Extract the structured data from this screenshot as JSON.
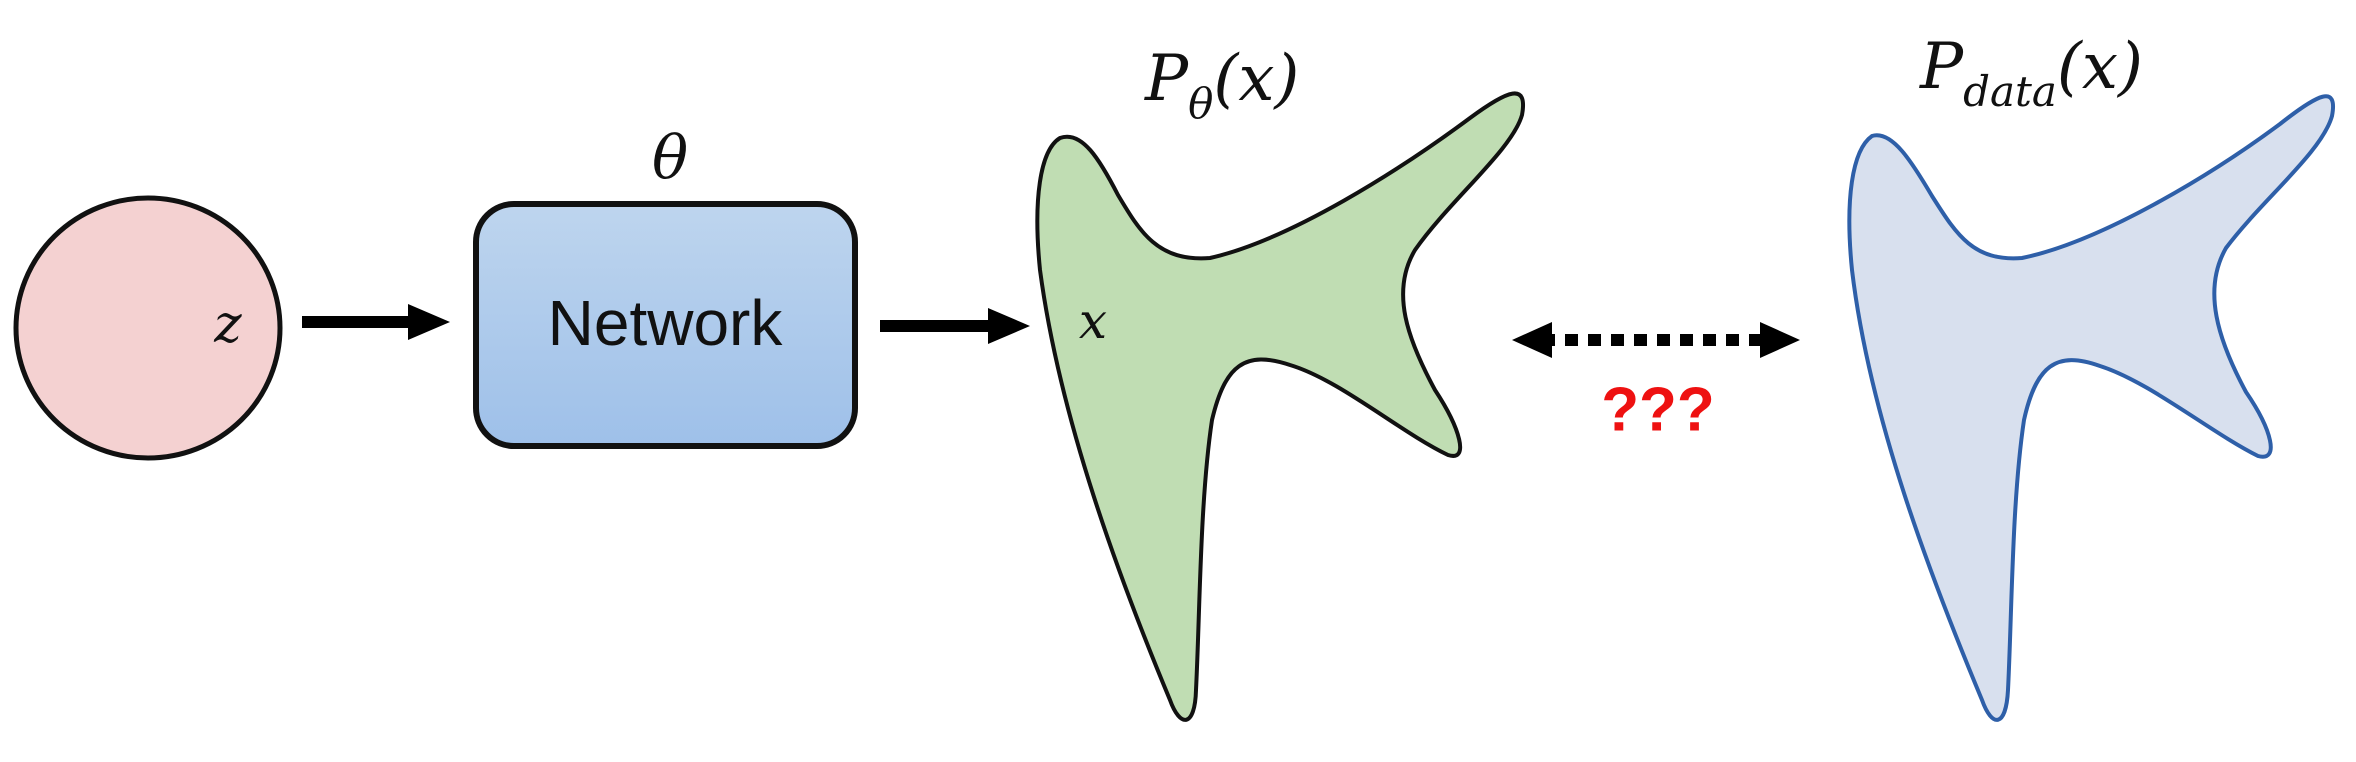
{
  "latent": {
    "label": "z",
    "fill": "#f4d1d1",
    "stroke": "#111111"
  },
  "network": {
    "param_label": "θ",
    "label": "Network",
    "fill_top": "#bed5ee",
    "fill_bottom": "#9ec0e9",
    "stroke": "#111111"
  },
  "model_dist": {
    "title_main": "P",
    "title_sub": "θ",
    "title_arg": "(x)",
    "point_label": "x",
    "fill": "#c0ddb3",
    "stroke": "#111111"
  },
  "data_dist": {
    "title_main": "P",
    "title_sub": "data",
    "title_arg": "(x)",
    "fill": "#d8e0ee",
    "stroke": "#2e5fa8"
  },
  "comparison": {
    "label": "???",
    "label_color": "#ee1111"
  },
  "icons": {
    "arrow": "right-arrow-icon",
    "double_arrow": "dotted-double-arrow-icon"
  }
}
